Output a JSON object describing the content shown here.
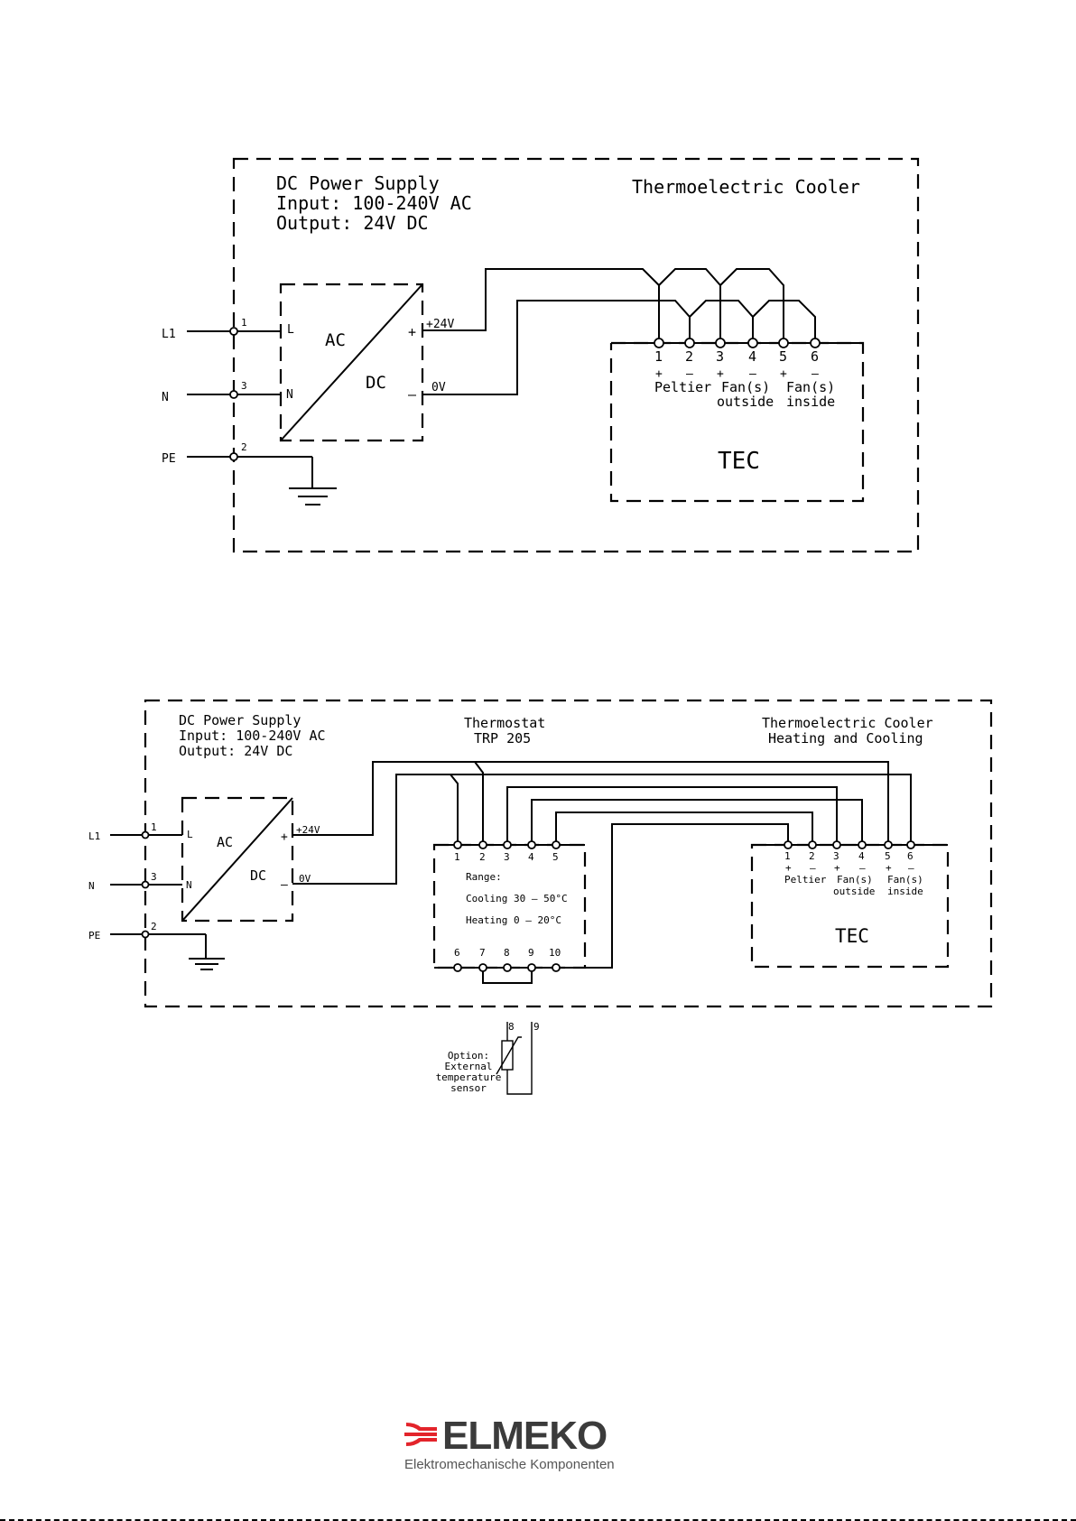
{
  "diagram1": {
    "psu_title": "DC Power Supply",
    "psu_input": "Input:  100-240V AC",
    "psu_output": "Output: 24V DC",
    "cooler_title": "Thermoelectric Cooler",
    "inputs": [
      {
        "label": "L1",
        "pin": "1"
      },
      {
        "label": "N",
        "pin": "3"
      },
      {
        "label": "PE",
        "pin": "2"
      }
    ],
    "psu_pin_l": "L",
    "psu_pin_n": "N",
    "ac_label": "AC",
    "dc_label": "DC",
    "out_plus_sign": "+",
    "out_minus_sign": "–",
    "out_plus_label": "+24V",
    "out_minus_label": "0V",
    "tec_pins": [
      "1",
      "2",
      "3",
      "4",
      "5",
      "6"
    ],
    "tec_polarity": [
      "+",
      "–",
      "+",
      "–",
      "+",
      "–"
    ],
    "group_peltier": "Peltier",
    "group_fans_outside": [
      "Fan(s)",
      "outside"
    ],
    "group_fans_inside": [
      "Fan(s)",
      "inside"
    ],
    "tec_label": "TEC"
  },
  "diagram2": {
    "psu_title": "DC Power Supply",
    "psu_input": "Input:  100-240V AC",
    "psu_output": "Output: 24V DC",
    "thermostat_title": [
      "Thermostat",
      "TRP 205"
    ],
    "cooler_title": [
      "Thermoelectric Cooler",
      "Heating and Cooling"
    ],
    "inputs": [
      {
        "label": "L1",
        "pin": "1"
      },
      {
        "label": "N",
        "pin": "3"
      },
      {
        "label": "PE",
        "pin": "2"
      }
    ],
    "psu_pin_l": "L",
    "psu_pin_n": "N",
    "ac_label": "AC",
    "dc_label": "DC",
    "out_plus_sign": "+",
    "out_minus_sign": "–",
    "out_plus_label": "+24V",
    "out_minus_label": "0V",
    "thermostat_top_pins": [
      "1",
      "2",
      "3",
      "4",
      "5"
    ],
    "thermostat_bottom_pins": [
      "6",
      "7",
      "8",
      "9",
      "10"
    ],
    "range_label": "Range:",
    "cooling_range": "Cooling 30 – 50°C",
    "heating_range": "Heating  0 – 20°C",
    "tec_pins": [
      "1",
      "2",
      "3",
      "4",
      "5",
      "6"
    ],
    "tec_polarity": [
      "+",
      "–",
      "+",
      "–",
      "+",
      "–"
    ],
    "group_peltier": "Peltier",
    "group_fans_outside": [
      "Fan(s)",
      "outside"
    ],
    "group_fans_inside": [
      "Fan(s)",
      "inside"
    ],
    "tec_label": "TEC",
    "sensor_pins": [
      "8",
      "9"
    ],
    "sensor_caption": [
      "Option:",
      "External",
      "temperature",
      "sensor"
    ]
  },
  "brand": {
    "name": "ELMEKO",
    "tagline": "Elektromechanische Komponenten",
    "color_mark": "#e3242b",
    "color_text": "#3b3b3b"
  }
}
